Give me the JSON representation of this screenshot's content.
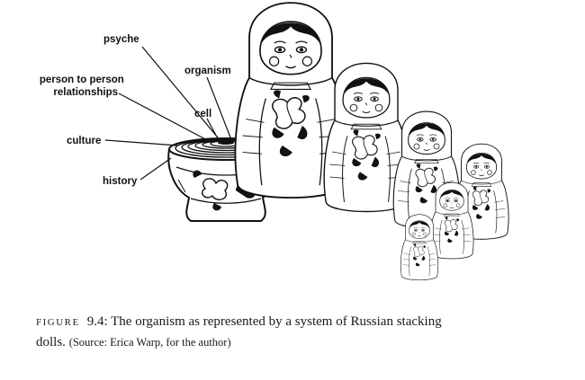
{
  "figure": {
    "labels": {
      "psyche": "psyche",
      "organism": "organism",
      "person_line1": "person to person",
      "person_line2": "relationships",
      "cell": "cell",
      "culture": "culture",
      "history": "history"
    }
  },
  "caption": {
    "prefix": "FIGURE",
    "number": "9.4:",
    "text": "The organism as represented by a system of Russian stacking",
    "text_cont": "dolls.",
    "source": "(Source: Erica Warp, for the author)"
  },
  "colors": {
    "ink": "#111111",
    "cheek": "#ffffff",
    "background": "#ffffff"
  }
}
